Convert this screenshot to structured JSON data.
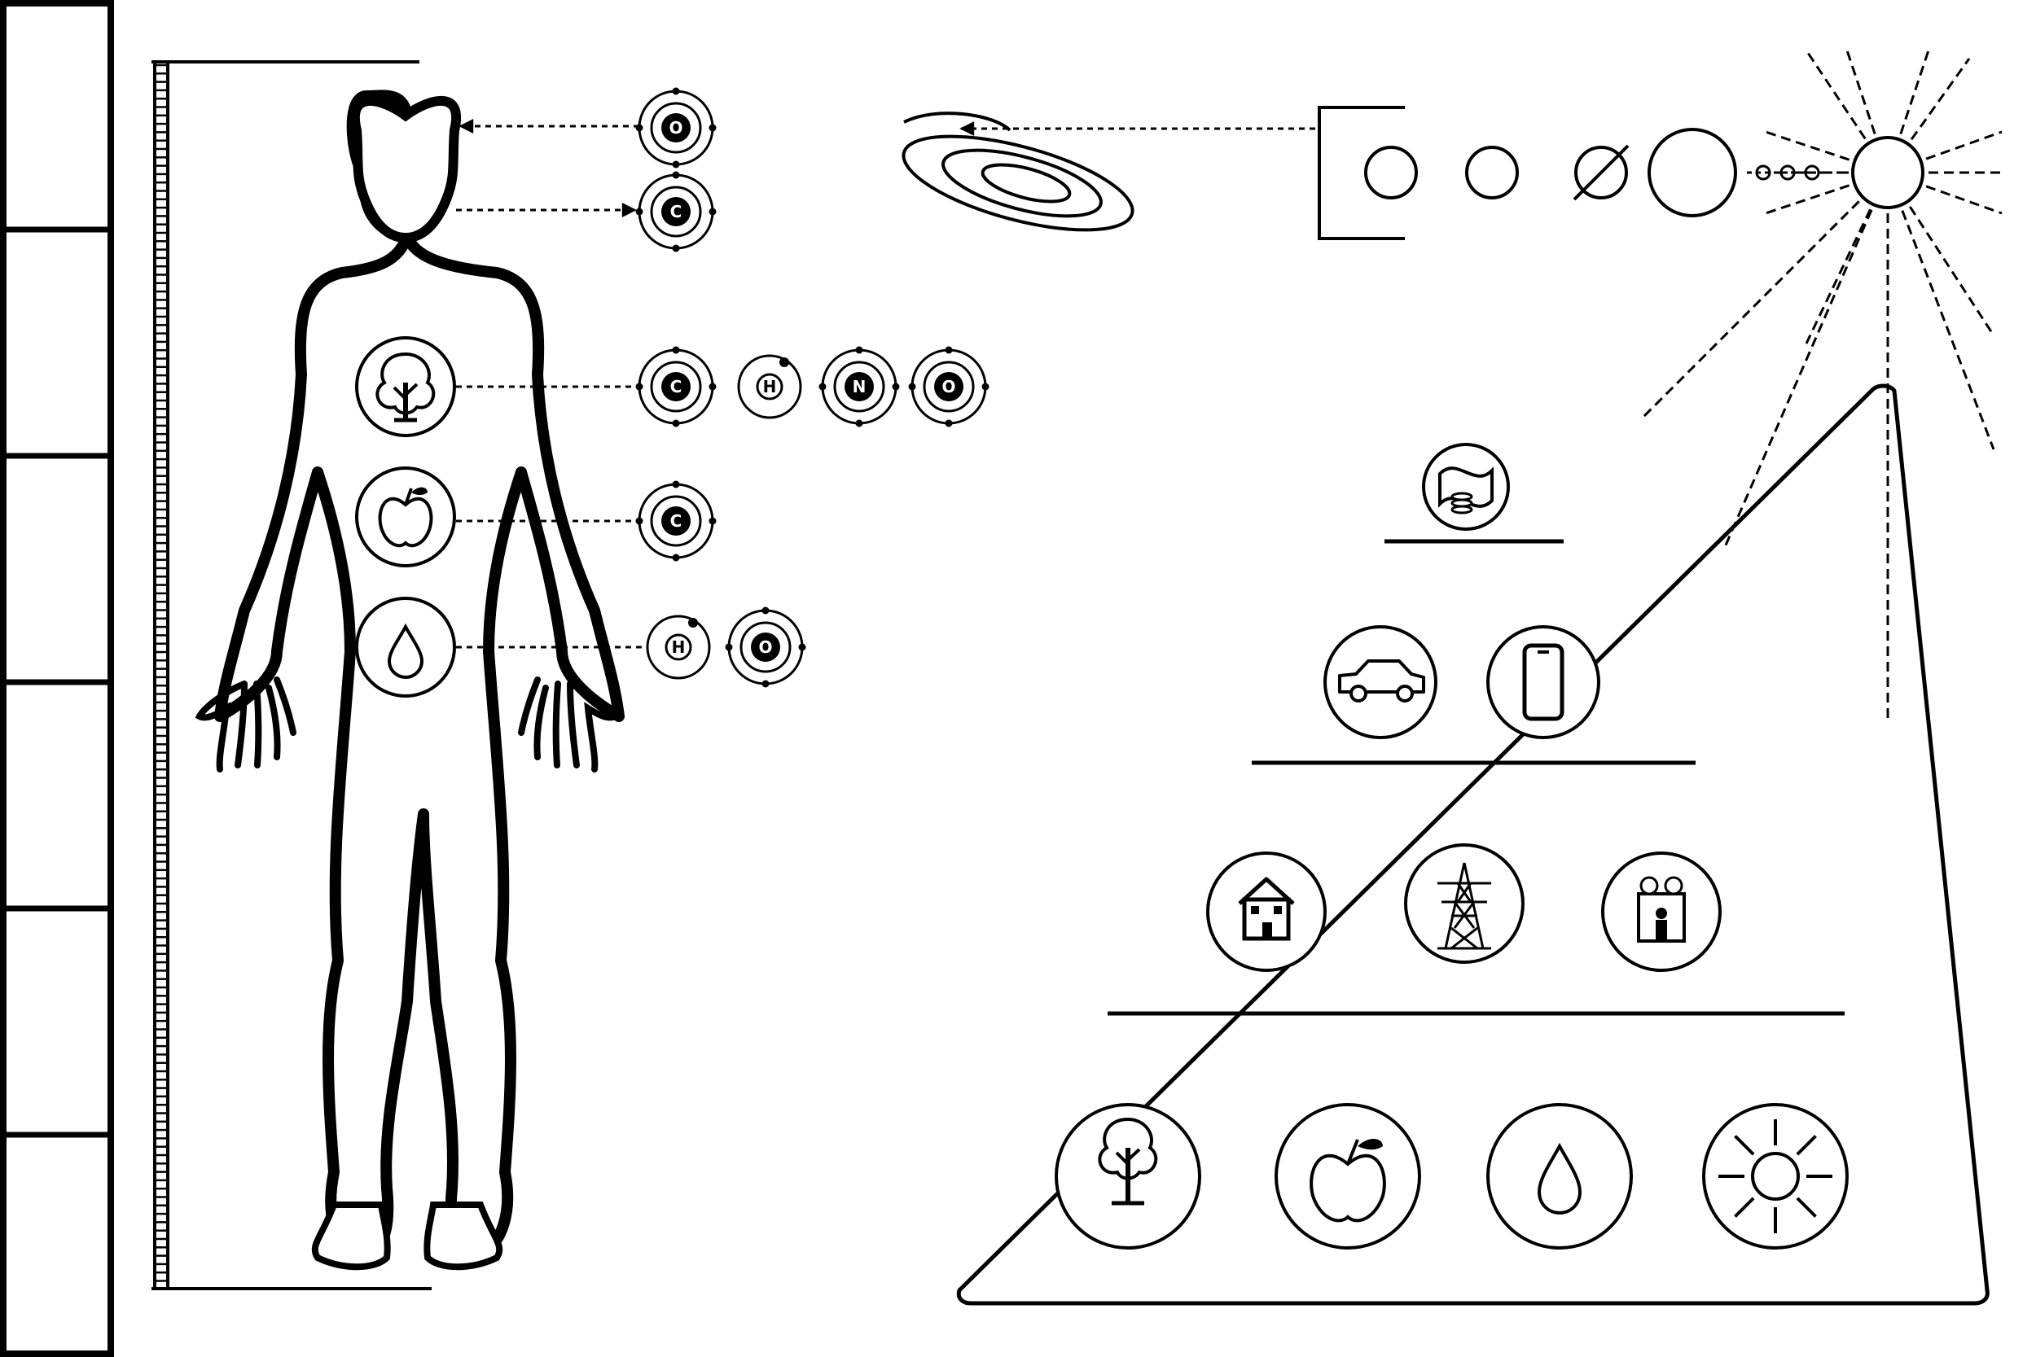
{
  "colors": {
    "ink": "#000000",
    "paper": "#ffffff"
  },
  "atoms": {
    "head_in": "O",
    "head_out": "C",
    "tree": [
      "C",
      "H",
      "N",
      "O"
    ],
    "apple": [
      "C"
    ],
    "water": [
      "H",
      "O"
    ]
  },
  "icons": {
    "body": [
      "tree-icon",
      "apple-icon",
      "water-drop-icon"
    ],
    "pyramid_top": [
      "money-icon"
    ],
    "pyramid_level2": [
      "car-icon",
      "smartphone-icon"
    ],
    "pyramid_level3": [
      "house-icon",
      "power-pylon-icon",
      "people-icon"
    ],
    "pyramid_base": [
      "tree-icon",
      "apple-icon",
      "water-drop-icon",
      "sun-icon"
    ]
  }
}
